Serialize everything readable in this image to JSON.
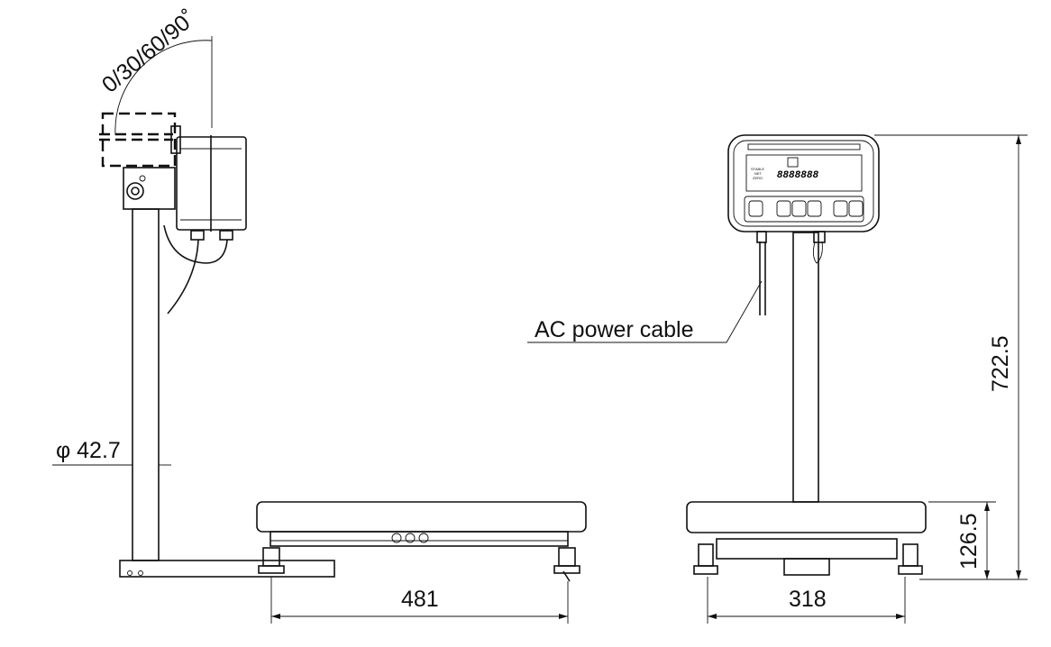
{
  "labels": {
    "tilt_angles": "0/30/60/90˚",
    "pole_diameter": "φ 42.7",
    "depth": "481",
    "width": "318",
    "total_height": "722.5",
    "platform_height": "126.5",
    "ac_cable": "AC power cable"
  },
  "indicator": {
    "lamps": [
      "STABLE",
      "NET",
      "ZERO"
    ],
    "readout": "8888888"
  }
}
